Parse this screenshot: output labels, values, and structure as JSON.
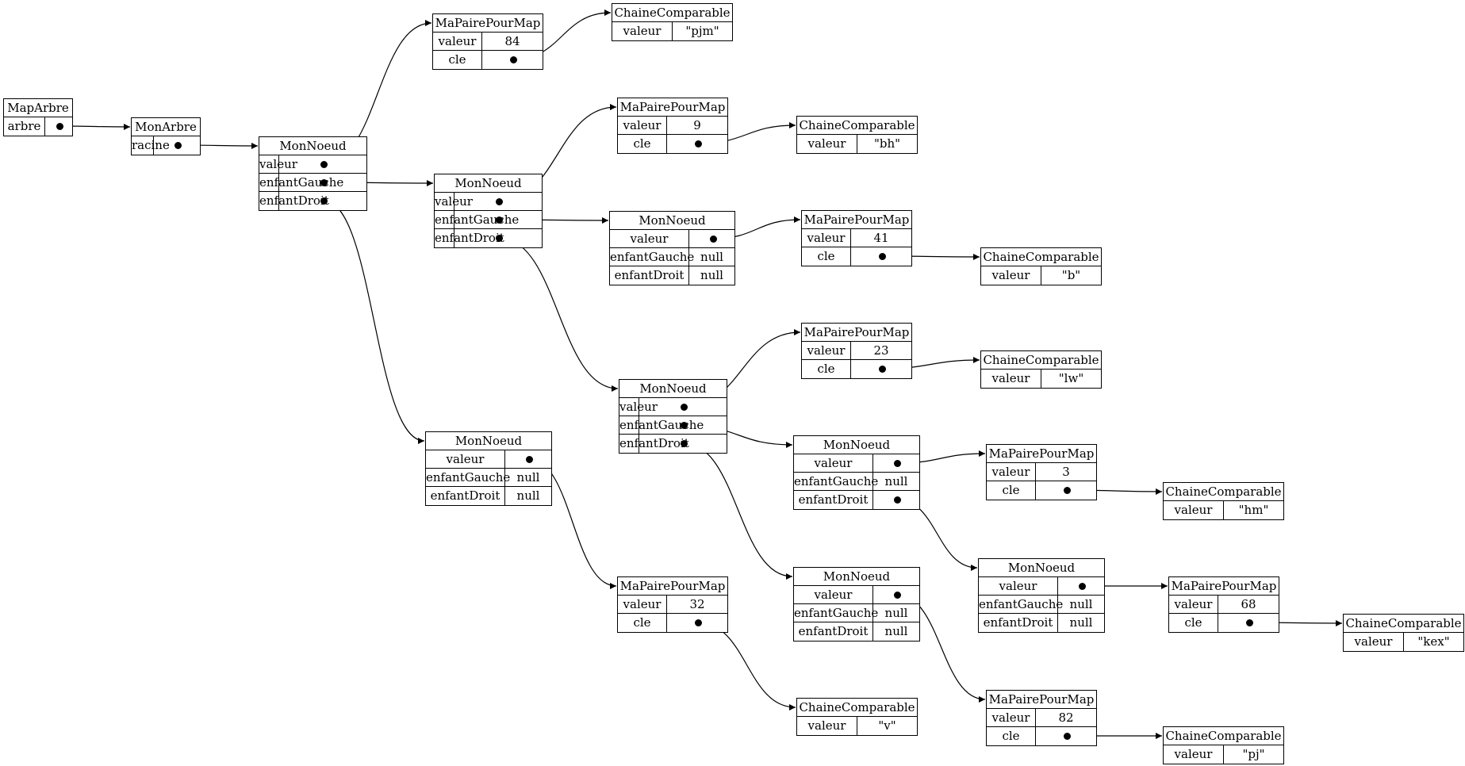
{
  "nodes": [
    {
      "id": "maparbre",
      "title": "MapArbre",
      "rows": [
        {
          "name": "arbre",
          "ptr": true
        }
      ]
    },
    {
      "id": "monarbre",
      "title": "MonArbre",
      "rows": [
        {
          "name": "racine",
          "ptr": true
        }
      ]
    },
    {
      "id": "n1",
      "title": "MonNoeud",
      "rows": [
        {
          "name": "valeur",
          "ptr": true
        },
        {
          "name": "enfantGauche",
          "ptr": true
        },
        {
          "name": "enfantDroit",
          "ptr": true
        }
      ]
    },
    {
      "id": "p1",
      "title": "MaPairePourMap",
      "rows": [
        {
          "name": "valeur",
          "value": "84"
        },
        {
          "name": "cle",
          "ptr": true
        }
      ]
    },
    {
      "id": "c1",
      "title": "ChaineComparable",
      "rows": [
        {
          "name": "valeur",
          "value": "\"pjm\""
        }
      ]
    },
    {
      "id": "n2",
      "title": "MonNoeud",
      "rows": [
        {
          "name": "valeur",
          "ptr": true
        },
        {
          "name": "enfantGauche",
          "ptr": true
        },
        {
          "name": "enfantDroit",
          "ptr": true
        }
      ]
    },
    {
      "id": "p2",
      "title": "MaPairePourMap",
      "rows": [
        {
          "name": "valeur",
          "value": "9"
        },
        {
          "name": "cle",
          "ptr": true
        }
      ]
    },
    {
      "id": "c2",
      "title": "ChaineComparable",
      "rows": [
        {
          "name": "valeur",
          "value": "\"bh\""
        }
      ]
    },
    {
      "id": "n3",
      "title": "MonNoeud",
      "rows": [
        {
          "name": "valeur",
          "ptr": true
        },
        {
          "name": "enfantGauche",
          "value": "null"
        },
        {
          "name": "enfantDroit",
          "value": "null"
        }
      ]
    },
    {
      "id": "p3",
      "title": "MaPairePourMap",
      "rows": [
        {
          "name": "valeur",
          "value": "41"
        },
        {
          "name": "cle",
          "ptr": true
        }
      ]
    },
    {
      "id": "c3",
      "title": "ChaineComparable",
      "rows": [
        {
          "name": "valeur",
          "value": "\"b\""
        }
      ]
    },
    {
      "id": "n4",
      "title": "MonNoeud",
      "rows": [
        {
          "name": "valeur",
          "ptr": true
        },
        {
          "name": "enfantGauche",
          "ptr": true
        },
        {
          "name": "enfantDroit",
          "ptr": true
        }
      ]
    },
    {
      "id": "p4",
      "title": "MaPairePourMap",
      "rows": [
        {
          "name": "valeur",
          "value": "23"
        },
        {
          "name": "cle",
          "ptr": true
        }
      ]
    },
    {
      "id": "c4",
      "title": "ChaineComparable",
      "rows": [
        {
          "name": "valeur",
          "value": "\"lw\""
        }
      ]
    },
    {
      "id": "n5",
      "title": "MonNoeud",
      "rows": [
        {
          "name": "valeur",
          "ptr": true
        },
        {
          "name": "enfantGauche",
          "value": "null"
        },
        {
          "name": "enfantDroit",
          "ptr": true
        }
      ]
    },
    {
      "id": "p5",
      "title": "MaPairePourMap",
      "rows": [
        {
          "name": "valeur",
          "value": "3"
        },
        {
          "name": "cle",
          "ptr": true
        }
      ]
    },
    {
      "id": "c5",
      "title": "ChaineComparable",
      "rows": [
        {
          "name": "valeur",
          "value": "\"hm\""
        }
      ]
    },
    {
      "id": "n6",
      "title": "MonNoeud",
      "rows": [
        {
          "name": "valeur",
          "ptr": true
        },
        {
          "name": "enfantGauche",
          "value": "null"
        },
        {
          "name": "enfantDroit",
          "value": "null"
        }
      ]
    },
    {
      "id": "p6",
      "title": "MaPairePourMap",
      "rows": [
        {
          "name": "valeur",
          "value": "68"
        },
        {
          "name": "cle",
          "ptr": true
        }
      ]
    },
    {
      "id": "c6",
      "title": "ChaineComparable",
      "rows": [
        {
          "name": "valeur",
          "value": "\"kex\""
        }
      ]
    },
    {
      "id": "n7",
      "title": "MonNoeud",
      "rows": [
        {
          "name": "valeur",
          "ptr": true
        },
        {
          "name": "enfantGauche",
          "value": "null"
        },
        {
          "name": "enfantDroit",
          "value": "null"
        }
      ]
    },
    {
      "id": "p7",
      "title": "MaPairePourMap",
      "rows": [
        {
          "name": "valeur",
          "value": "82"
        },
        {
          "name": "cle",
          "ptr": true
        }
      ]
    },
    {
      "id": "c7",
      "title": "ChaineComparable",
      "rows": [
        {
          "name": "valeur",
          "value": "\"pj\""
        }
      ]
    },
    {
      "id": "n8",
      "title": "MonNoeud",
      "rows": [
        {
          "name": "valeur",
          "ptr": true
        },
        {
          "name": "enfantGauche",
          "value": "null"
        },
        {
          "name": "enfantDroit",
          "value": "null"
        }
      ]
    },
    {
      "id": "p8",
      "title": "MaPairePourMap",
      "rows": [
        {
          "name": "valeur",
          "value": "32"
        },
        {
          "name": "cle",
          "ptr": true
        }
      ]
    },
    {
      "id": "c8",
      "title": "ChaineComparable",
      "rows": [
        {
          "name": "valeur",
          "value": "\"v\""
        }
      ]
    }
  ],
  "edges": [
    {
      "from": "maparbre",
      "row": 0,
      "to": "monarbre"
    },
    {
      "from": "monarbre",
      "row": 0,
      "to": "n1"
    },
    {
      "from": "n1",
      "row": 0,
      "to": "p1"
    },
    {
      "from": "n1",
      "row": 1,
      "to": "n2"
    },
    {
      "from": "n1",
      "row": 2,
      "to": "n8"
    },
    {
      "from": "p1",
      "row": 1,
      "to": "c1"
    },
    {
      "from": "n2",
      "row": 0,
      "to": "p2"
    },
    {
      "from": "n2",
      "row": 1,
      "to": "n3"
    },
    {
      "from": "n2",
      "row": 2,
      "to": "n4"
    },
    {
      "from": "p2",
      "row": 1,
      "to": "c2"
    },
    {
      "from": "n3",
      "row": 0,
      "to": "p3"
    },
    {
      "from": "p3",
      "row": 1,
      "to": "c3"
    },
    {
      "from": "n4",
      "row": 0,
      "to": "p4"
    },
    {
      "from": "n4",
      "row": 1,
      "to": "n5"
    },
    {
      "from": "n4",
      "row": 2,
      "to": "n7"
    },
    {
      "from": "p4",
      "row": 1,
      "to": "c4"
    },
    {
      "from": "n5",
      "row": 0,
      "to": "p5"
    },
    {
      "from": "n5",
      "row": 2,
      "to": "n6"
    },
    {
      "from": "p5",
      "row": 1,
      "to": "c5"
    },
    {
      "from": "n6",
      "row": 0,
      "to": "p6"
    },
    {
      "from": "p6",
      "row": 1,
      "to": "c6"
    },
    {
      "from": "n7",
      "row": 0,
      "to": "p7"
    },
    {
      "from": "p7",
      "row": 1,
      "to": "c7"
    },
    {
      "from": "n8",
      "row": 0,
      "to": "p8"
    },
    {
      "from": "p8",
      "row": 1,
      "to": "c8"
    }
  ]
}
